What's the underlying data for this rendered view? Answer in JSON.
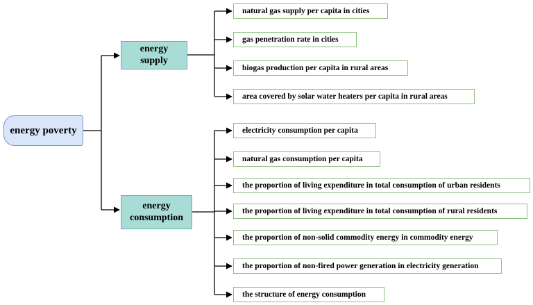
{
  "root": {
    "label": "energy poverty"
  },
  "categories": [
    {
      "label_line1": "energy",
      "label_line2": "supply",
      "items": [
        "natural gas supply per capita in cities",
        "gas penetration rate in cities",
        "biogas production per capita in rural areas",
        "area covered by solar water heaters per capita in rural areas"
      ]
    },
    {
      "label_line1": "energy",
      "label_line2": "consumption",
      "items": [
        "electricity consumption per capita",
        "natural gas consumption per capita",
        "the proportion of living expenditure in total consumption of urban  residents",
        "the proportion of living expenditure in total consumption of rural  residents",
        "the proportion of non-solid commodity energy in commodity energy",
        "the proportion of non-fired power generation in electricity generation",
        "the structure of energy consumption"
      ]
    }
  ],
  "colors": {
    "root_fill": "#d9e6f9",
    "category_fill": "#a9dcd6",
    "leaf_border": "#8cc07c",
    "connector": "#000000"
  }
}
